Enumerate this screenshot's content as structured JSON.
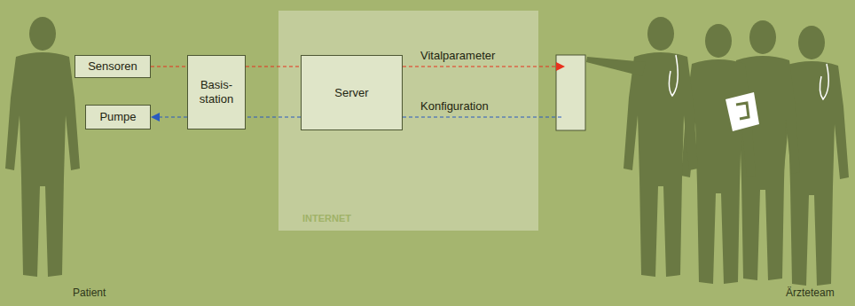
{
  "diagram": {
    "nodes": [
      {
        "text": [
          "Sensoren"
        ]
      },
      {
        "text": [
          "Pumpe"
        ]
      },
      {
        "text": [
          "Basis- station"
        ]
      },
      {
        "text": [
          "Server"
        ]
      }
    ],
    "edges": [
      {
        "from": 0,
        "to": 2,
        "arrow": "none"
      },
      {
        "from": 2,
        "to": 3,
        "arrow": "none"
      },
      {
        "from": 3,
        "to": 2,
        "arrow": "none"
      },
      {
        "from": 2,
        "to": 1,
        "arrow": "to"
      }
    ],
    "labels": [
      "Vitalparameter",
      "Konfiguration",
      "INTERNET",
      "Patient",
      "Ärzteteam"
    ]
  }
}
